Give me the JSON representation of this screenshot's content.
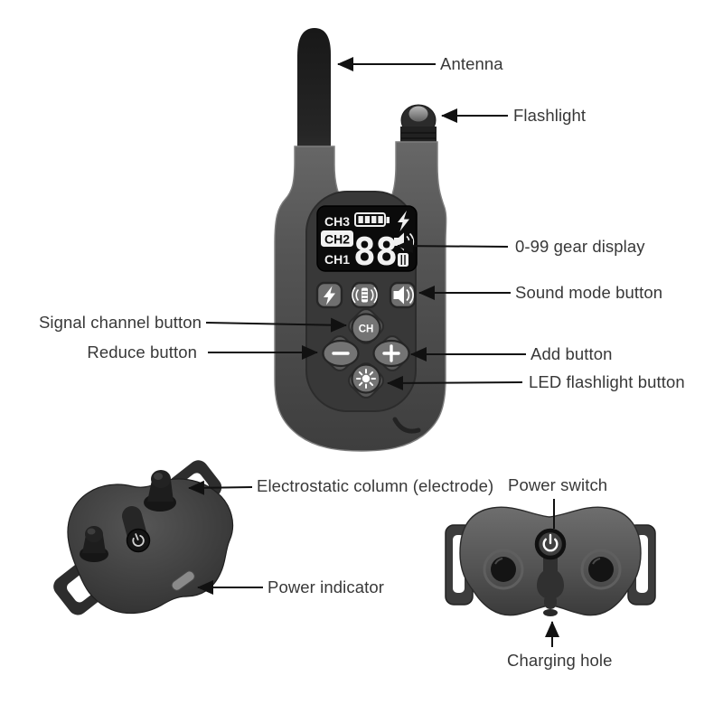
{
  "product_diagram": {
    "labels": {
      "antenna": "Antenna",
      "flashlight": "Flashlight",
      "gear_display": "0-99 gear display",
      "sound_mode_button": "Sound mode button",
      "signal_channel_button": "Signal channel button",
      "reduce_button": "Reduce button",
      "add_button": "Add button",
      "led_flashlight_button": "LED flashlight button",
      "electrostatic_column": "Electrostatic column (electrode)",
      "power_switch": "Power switch",
      "power_indicator": "Power indicator",
      "charging_hole": "Charging hole"
    },
    "remote": {
      "lcd": {
        "ch3": "CH3",
        "ch2": "CH2",
        "ch1": "CH1",
        "gear_value": "88"
      },
      "channel_button": "CH"
    },
    "icons": {
      "lcd_status": [
        "battery-icon",
        "shock-icon",
        "sound-icon",
        "vibration-icon"
      ],
      "mode_buttons": [
        "shock-icon",
        "vibration-icon",
        "sound-icon"
      ],
      "dpad": [
        "minus-icon",
        "plus-icon",
        "flashlight-icon"
      ],
      "receiver": [
        "power-icon"
      ]
    },
    "colors": {
      "background": "#ffffff",
      "device_body": "#4a4a4a",
      "inner_panel": "#383838",
      "lcd_background": "#0b0b0b",
      "lcd_text": "#f2f2f2",
      "button_fill": "#747474",
      "label_text": "#383838",
      "arrow": "#111111"
    }
  }
}
